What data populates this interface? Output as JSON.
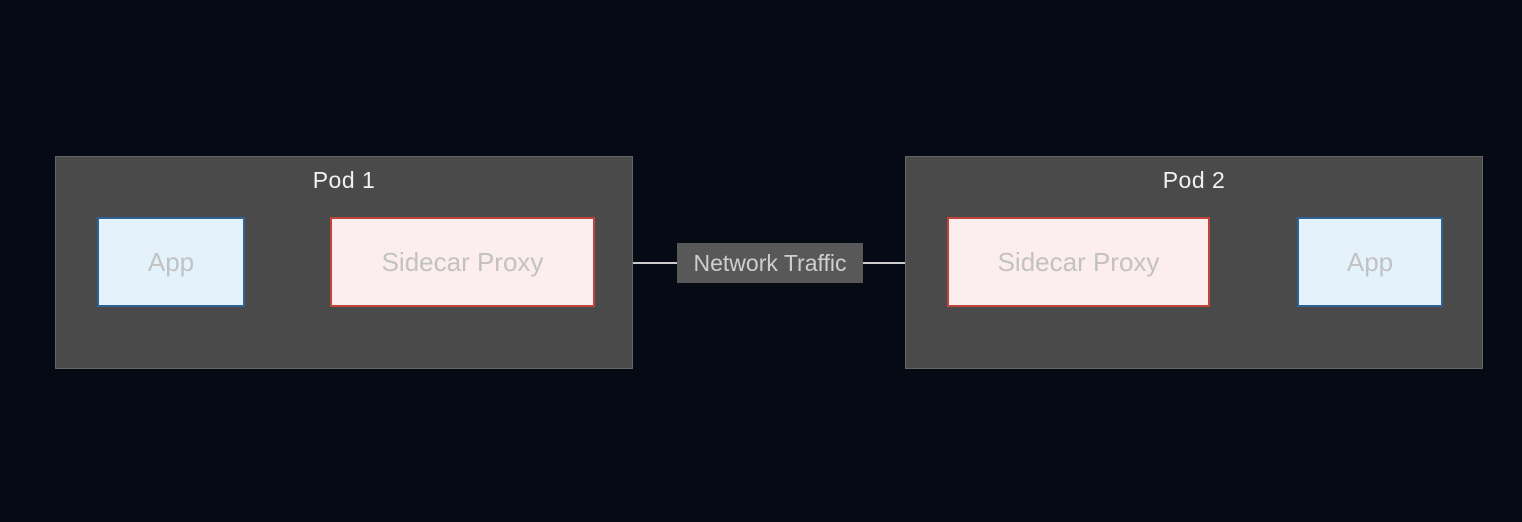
{
  "pod1": {
    "title": "Pod 1",
    "app_label": "App",
    "proxy_label": "Sidecar Proxy"
  },
  "pod2": {
    "title": "Pod 2",
    "proxy_label": "Sidecar Proxy",
    "app_label": "App"
  },
  "link": {
    "label": "Network Traffic"
  },
  "colors": {
    "background": "#050a14",
    "pod_fill": "#4a4a4a",
    "pod_border": "#656565",
    "app_fill": "#e4f2fc",
    "app_border": "#2e6394",
    "proxy_fill": "#fcedee",
    "proxy_border": "#c1443c",
    "arrow_line": "#cccccc",
    "arrow_head": "#9c9c9c",
    "node_text": "#c2c2c2",
    "pod_title_text": "#f2f2f2",
    "link_label_bg": "#585858",
    "link_label_text": "#cfcfcf"
  }
}
